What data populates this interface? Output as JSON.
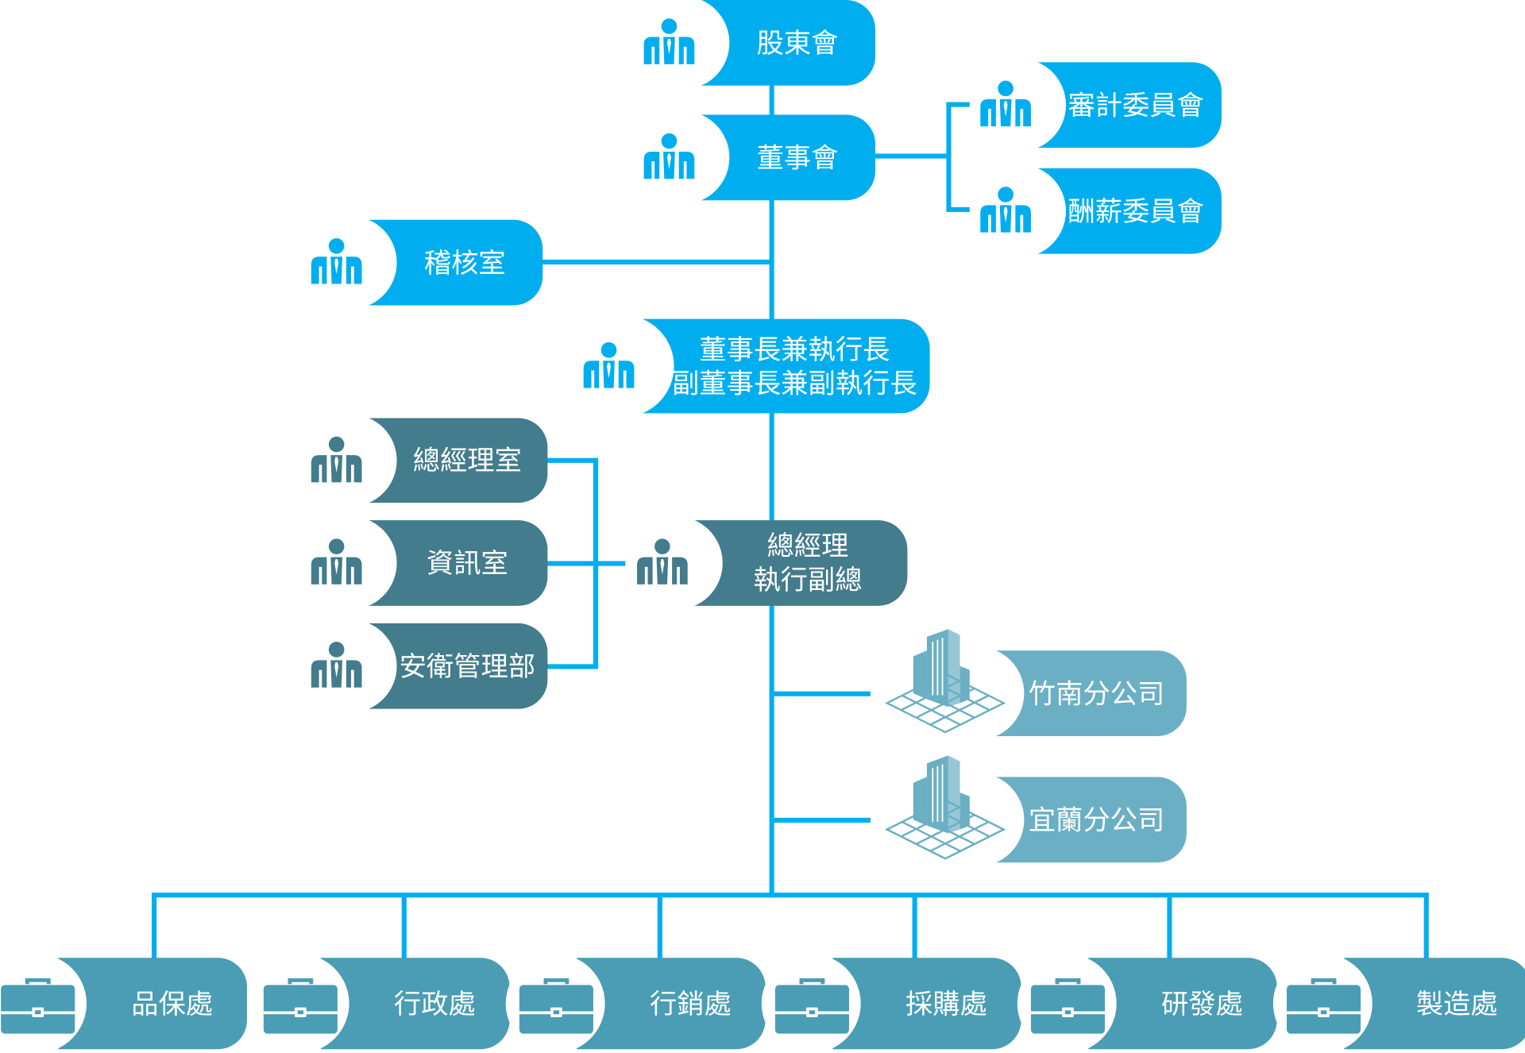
{
  "colors": {
    "governance": "#00AEEF",
    "management": "#437C8C",
    "branch": "#6BAFC4",
    "division": "#4A9DB4",
    "line": "#00AEEF"
  },
  "nodes": {
    "shareholders": {
      "lines": [
        "股東會"
      ],
      "icon": "people-icon"
    },
    "board": {
      "lines": [
        "董事會"
      ],
      "icon": "people-icon"
    },
    "audit_committee": {
      "lines": [
        "審計委員會"
      ],
      "icon": "people-icon"
    },
    "remuneration_committee": {
      "lines": [
        "酬薪委員會"
      ],
      "icon": "people-icon"
    },
    "internal_audit": {
      "lines": [
        "稽核室"
      ],
      "icon": "people-icon"
    },
    "chairman_ceo": {
      "lines": [
        "董事長兼執行長",
        "副董事長兼副執行長"
      ],
      "icon": "people-icon"
    },
    "gm_office": {
      "lines": [
        "總經理室"
      ],
      "icon": "people-icon"
    },
    "it_office": {
      "lines": [
        "資訊室"
      ],
      "icon": "people-icon"
    },
    "safety_dept": {
      "lines": [
        "安衛管理部"
      ],
      "icon": "people-icon"
    },
    "general_manager": {
      "lines": [
        "總經理",
        "執行副總"
      ],
      "icon": "people-icon"
    },
    "zhunan_branch": {
      "lines": [
        "竹南分公司"
      ],
      "icon": "building-icon"
    },
    "yilan_branch": {
      "lines": [
        "宜蘭分公司"
      ],
      "icon": "building-icon"
    },
    "qa_div": {
      "lines": [
        "品保處"
      ],
      "icon": "briefcase-icon"
    },
    "admin_div": {
      "lines": [
        "行政處"
      ],
      "icon": "briefcase-icon"
    },
    "marketing_div": {
      "lines": [
        "行銷處"
      ],
      "icon": "briefcase-icon"
    },
    "purchasing_div": {
      "lines": [
        "採購處"
      ],
      "icon": "briefcase-icon"
    },
    "rd_div": {
      "lines": [
        "研發處"
      ],
      "icon": "briefcase-icon"
    },
    "manufacturing_div": {
      "lines": [
        "製造處"
      ],
      "icon": "briefcase-icon"
    }
  }
}
